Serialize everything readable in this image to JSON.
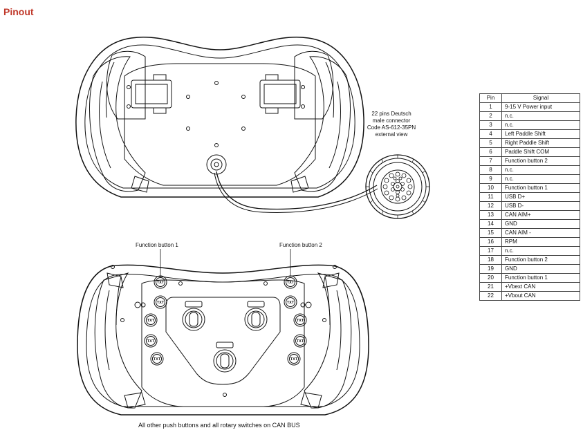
{
  "title": "Pinout",
  "connector_note": [
    "22 pins Deutsch",
    "male connector",
    "Code AS-612-35PN",
    "external view"
  ],
  "labels": {
    "function_button_1": "Function button 1",
    "function_button_2": "Function button 2",
    "footer": "All other push buttons and all rotary switches on CAN BUS"
  },
  "button_text": "TXT",
  "table": {
    "headers": [
      "Pin",
      "Signal"
    ],
    "rows": [
      [
        "1",
        "9-15 V Power input"
      ],
      [
        "2",
        "n.c."
      ],
      [
        "3",
        "n.c."
      ],
      [
        "4",
        "Left Paddle Shift"
      ],
      [
        "5",
        "Right Paddle Shift"
      ],
      [
        "6",
        "Paddle Shift COM"
      ],
      [
        "7",
        "Function button 2"
      ],
      [
        "8",
        "n.c."
      ],
      [
        "9",
        "n.c."
      ],
      [
        "10",
        "Function button 1"
      ],
      [
        "11",
        "USB D+"
      ],
      [
        "12",
        "USB D-"
      ],
      [
        "13",
        "CAN AIM+"
      ],
      [
        "14",
        "GND"
      ],
      [
        "15",
        "CAN AIM -"
      ],
      [
        "16",
        "RPM"
      ],
      [
        "17",
        "n.c."
      ],
      [
        "18",
        "Function button 2"
      ],
      [
        "19",
        "GND"
      ],
      [
        "20",
        "Function button 1"
      ],
      [
        "21",
        "+Vbext CAN"
      ],
      [
        "22",
        "+Vbout CAN"
      ]
    ]
  }
}
